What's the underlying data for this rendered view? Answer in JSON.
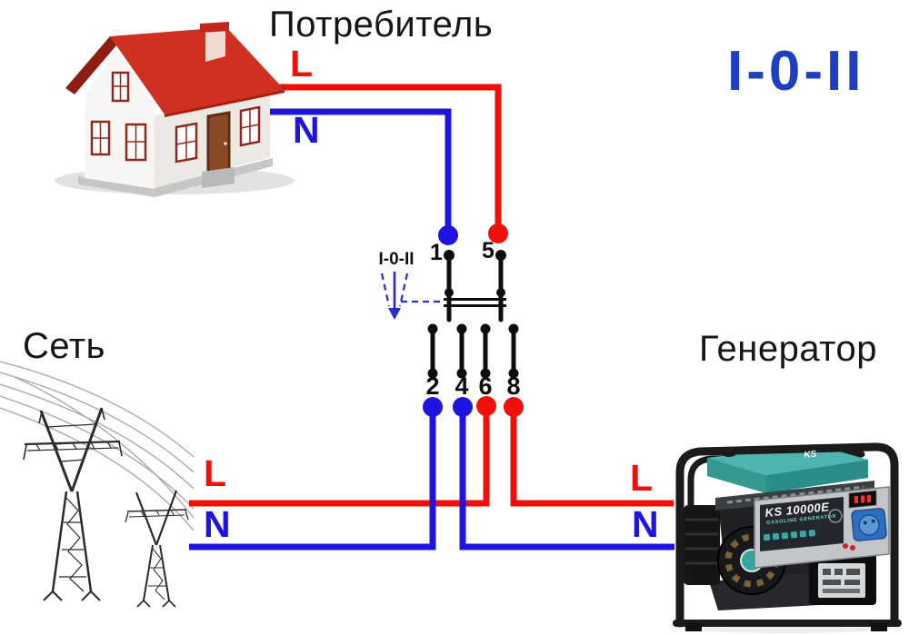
{
  "labels": {
    "consumer": "Потребитель",
    "mains": "Сеть",
    "generator": "Генератор"
  },
  "switch": {
    "mode_title": "I-0-II",
    "mode_label": "I-0-II",
    "top_terminals": [
      "1",
      "5"
    ],
    "bottom_terminals": [
      "2",
      "4",
      "6",
      "8"
    ]
  },
  "wire_labels": {
    "consumer": {
      "live": "L",
      "neutral": "N"
    },
    "mains": {
      "live": "L",
      "neutral": "N"
    },
    "generator": {
      "live": "L",
      "neutral": "N"
    }
  },
  "generator_unit": {
    "brand": "KS",
    "model": "KS 10000E",
    "type": "GASOLINE GENERATOR"
  },
  "colors": {
    "wire_red": "#ee1009",
    "wire_blue": "#1f13e0",
    "switch_title_blue": "#1d3fc4",
    "arrow_blue": "#2b2bd6",
    "roof_red": "#cf3021",
    "tank_teal": "#4eb4ae",
    "socket_blue": "#2e6fc0"
  }
}
